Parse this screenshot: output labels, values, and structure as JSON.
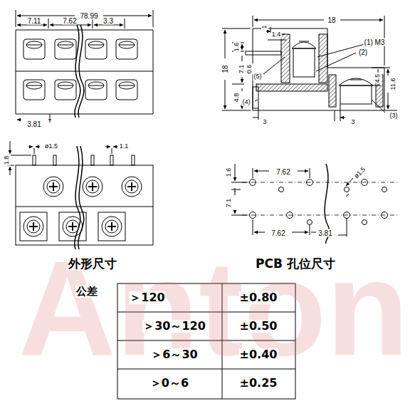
{
  "diagram": {
    "labels": [
      "Anton",
      "78.99",
      "7.11",
      "7.62",
      "3.3",
      "3.81",
      "18",
      "1",
      "1.4",
      "(1) M3",
      "(2)",
      "1.6",
      "7.1",
      "0.6",
      "(5)",
      "4.8",
      "(4)",
      "3",
      "4.5",
      "11.6",
      "3",
      "(3)",
      "18",
      "1.8",
      "ø1.5",
      "1.1",
      "1.6",
      "7.1",
      "7.62",
      "ø1.5",
      "7.62",
      "3.81",
      "外形尺寸",
      "PCB 孔位尺寸",
      "公差",
      "＞120",
      "±0.80",
      "＞30～120",
      "±0.50",
      "＞6～30",
      "±0.40",
      "＞0～6",
      "±0.25"
    ]
  }
}
